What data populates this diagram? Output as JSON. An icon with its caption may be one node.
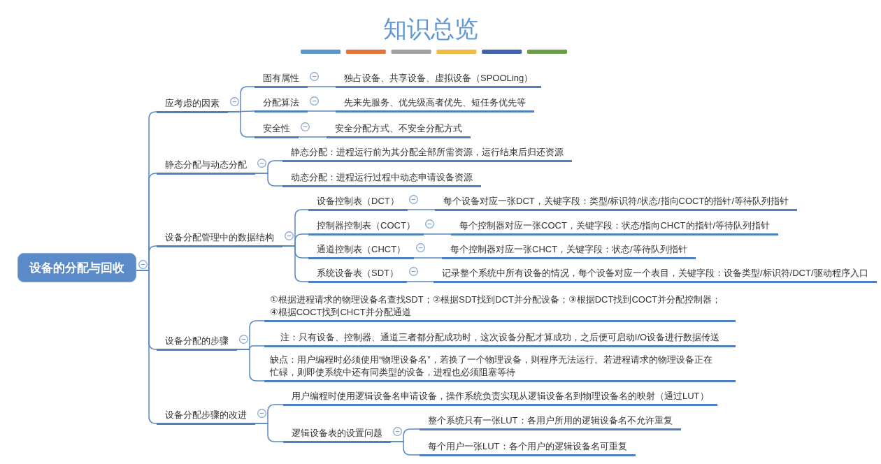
{
  "diagram": {
    "title": "知识总览",
    "nodes": [
      {
        "text": [
          "设备的分配与回收"
        ]
      },
      {
        "text": [
          "应考虑的因素"
        ]
      },
      {
        "text": [
          "固有属性"
        ]
      },
      {
        "text": [
          "独占设备、共享设备、虚拟设备（SPOOLing）"
        ]
      },
      {
        "text": [
          "分配算法"
        ]
      },
      {
        "text": [
          "先来先服务、优先级高者优先、短任务优先等"
        ]
      },
      {
        "text": [
          "安全性"
        ]
      },
      {
        "text": [
          "安全分配方式、不安全分配方式"
        ]
      },
      {
        "text": [
          "静态分配与动态分配"
        ]
      },
      {
        "text": [
          "静态分配：进程运行前为其分配全部所需资源，运行结束后归还资源"
        ]
      },
      {
        "text": [
          "动态分配：进程运行过程中动态申请设备资源"
        ]
      },
      {
        "text": [
          "设备分配管理中的数据结构"
        ]
      },
      {
        "text": [
          "设备控制表（DCT）"
        ]
      },
      {
        "text": [
          "每个设备对应一张DCT，关键字段：类型/标识符/状态/指向COCT的指针/等待队列指针"
        ]
      },
      {
        "text": [
          "控制器控制表（COCT）"
        ]
      },
      {
        "text": [
          "每个控制器对应一张COCT，关键字段：状态/指向CHCT的指针/等待队列指针"
        ]
      },
      {
        "text": [
          "通道控制表（CHCT）"
        ]
      },
      {
        "text": [
          "每个控制器对应一张CHCT，关键字段：状态/等待队列指针"
        ]
      },
      {
        "text": [
          "系统设备表（SDT）"
        ]
      },
      {
        "text": [
          "记录整个系统中所有设备的情况，每个设备对应一个表目，关键字段：设备类型/标识符/DCT/驱动程序入口"
        ]
      },
      {
        "text": [
          "设备分配的步骤"
        ]
      },
      {
        "text": [
          "①根据进程请求的物理设备名查找SDT；②根据SDT找到DCT并分配设备；③根据DCT找到COCT并分配控制器；④根据COCT找到CHCT并分配通道"
        ]
      },
      {
        "text": [
          "注：只有设备、控制器、通道三者都分配成功时，这次设备分配才算成功，之后便可启动I/O设备进行数据传送"
        ]
      },
      {
        "text": [
          "缺点：用户编程时必须使用“物理设备名”，若换了一个物理设备，则程序无法运行。若进程请求的物理设备正在忙碌，则即使系统中还有同类型的设备，进程也必须阻塞等待"
        ]
      },
      {
        "text": [
          "设备分配步骤的改进"
        ]
      },
      {
        "text": [
          "用户编程时使用逻辑设备名申请设备，操作系统负责实现从逻辑设备名到物理设备名的映射（通过LUT）"
        ]
      },
      {
        "text": [
          "逻辑设备表的设置问题"
        ]
      },
      {
        "text": [
          "整个系统只有一张LUT：各用户所用的逻辑设备名不允许重复"
        ]
      },
      {
        "text": [
          "每个用户一张LUT：各个用户的逻辑设备名可重复"
        ]
      }
    ],
    "edges": [
      {
        "from": 0,
        "to": 1,
        "arrow": "none"
      },
      {
        "from": 1,
        "to": 2,
        "arrow": "none"
      },
      {
        "from": 2,
        "to": 3,
        "arrow": "none"
      },
      {
        "from": 1,
        "to": 4,
        "arrow": "none"
      },
      {
        "from": 4,
        "to": 5,
        "arrow": "none"
      },
      {
        "from": 1,
        "to": 6,
        "arrow": "none"
      },
      {
        "from": 6,
        "to": 7,
        "arrow": "none"
      },
      {
        "from": 0,
        "to": 8,
        "arrow": "none"
      },
      {
        "from": 8,
        "to": 9,
        "arrow": "none"
      },
      {
        "from": 8,
        "to": 10,
        "arrow": "none"
      },
      {
        "from": 0,
        "to": 11,
        "arrow": "none"
      },
      {
        "from": 11,
        "to": 12,
        "arrow": "none"
      },
      {
        "from": 12,
        "to": 13,
        "arrow": "none"
      },
      {
        "from": 11,
        "to": 14,
        "arrow": "none"
      },
      {
        "from": 14,
        "to": 15,
        "arrow": "none"
      },
      {
        "from": 11,
        "to": 16,
        "arrow": "none"
      },
      {
        "from": 16,
        "to": 17,
        "arrow": "none"
      },
      {
        "from": 11,
        "to": 18,
        "arrow": "none"
      },
      {
        "from": 18,
        "to": 19,
        "arrow": "none"
      },
      {
        "from": 0,
        "to": 20,
        "arrow": "none"
      },
      {
        "from": 20,
        "to": 21,
        "arrow": "none"
      },
      {
        "from": 20,
        "to": 22,
        "arrow": "none"
      },
      {
        "from": 20,
        "to": 23,
        "arrow": "none"
      },
      {
        "from": 0,
        "to": 24,
        "arrow": "none"
      },
      {
        "from": 24,
        "to": 25,
        "arrow": "none"
      },
      {
        "from": 24,
        "to": 26,
        "arrow": "none"
      },
      {
        "from": 26,
        "to": 27,
        "arrow": "none"
      },
      {
        "from": 26,
        "to": 28,
        "arrow": "none"
      }
    ]
  }
}
